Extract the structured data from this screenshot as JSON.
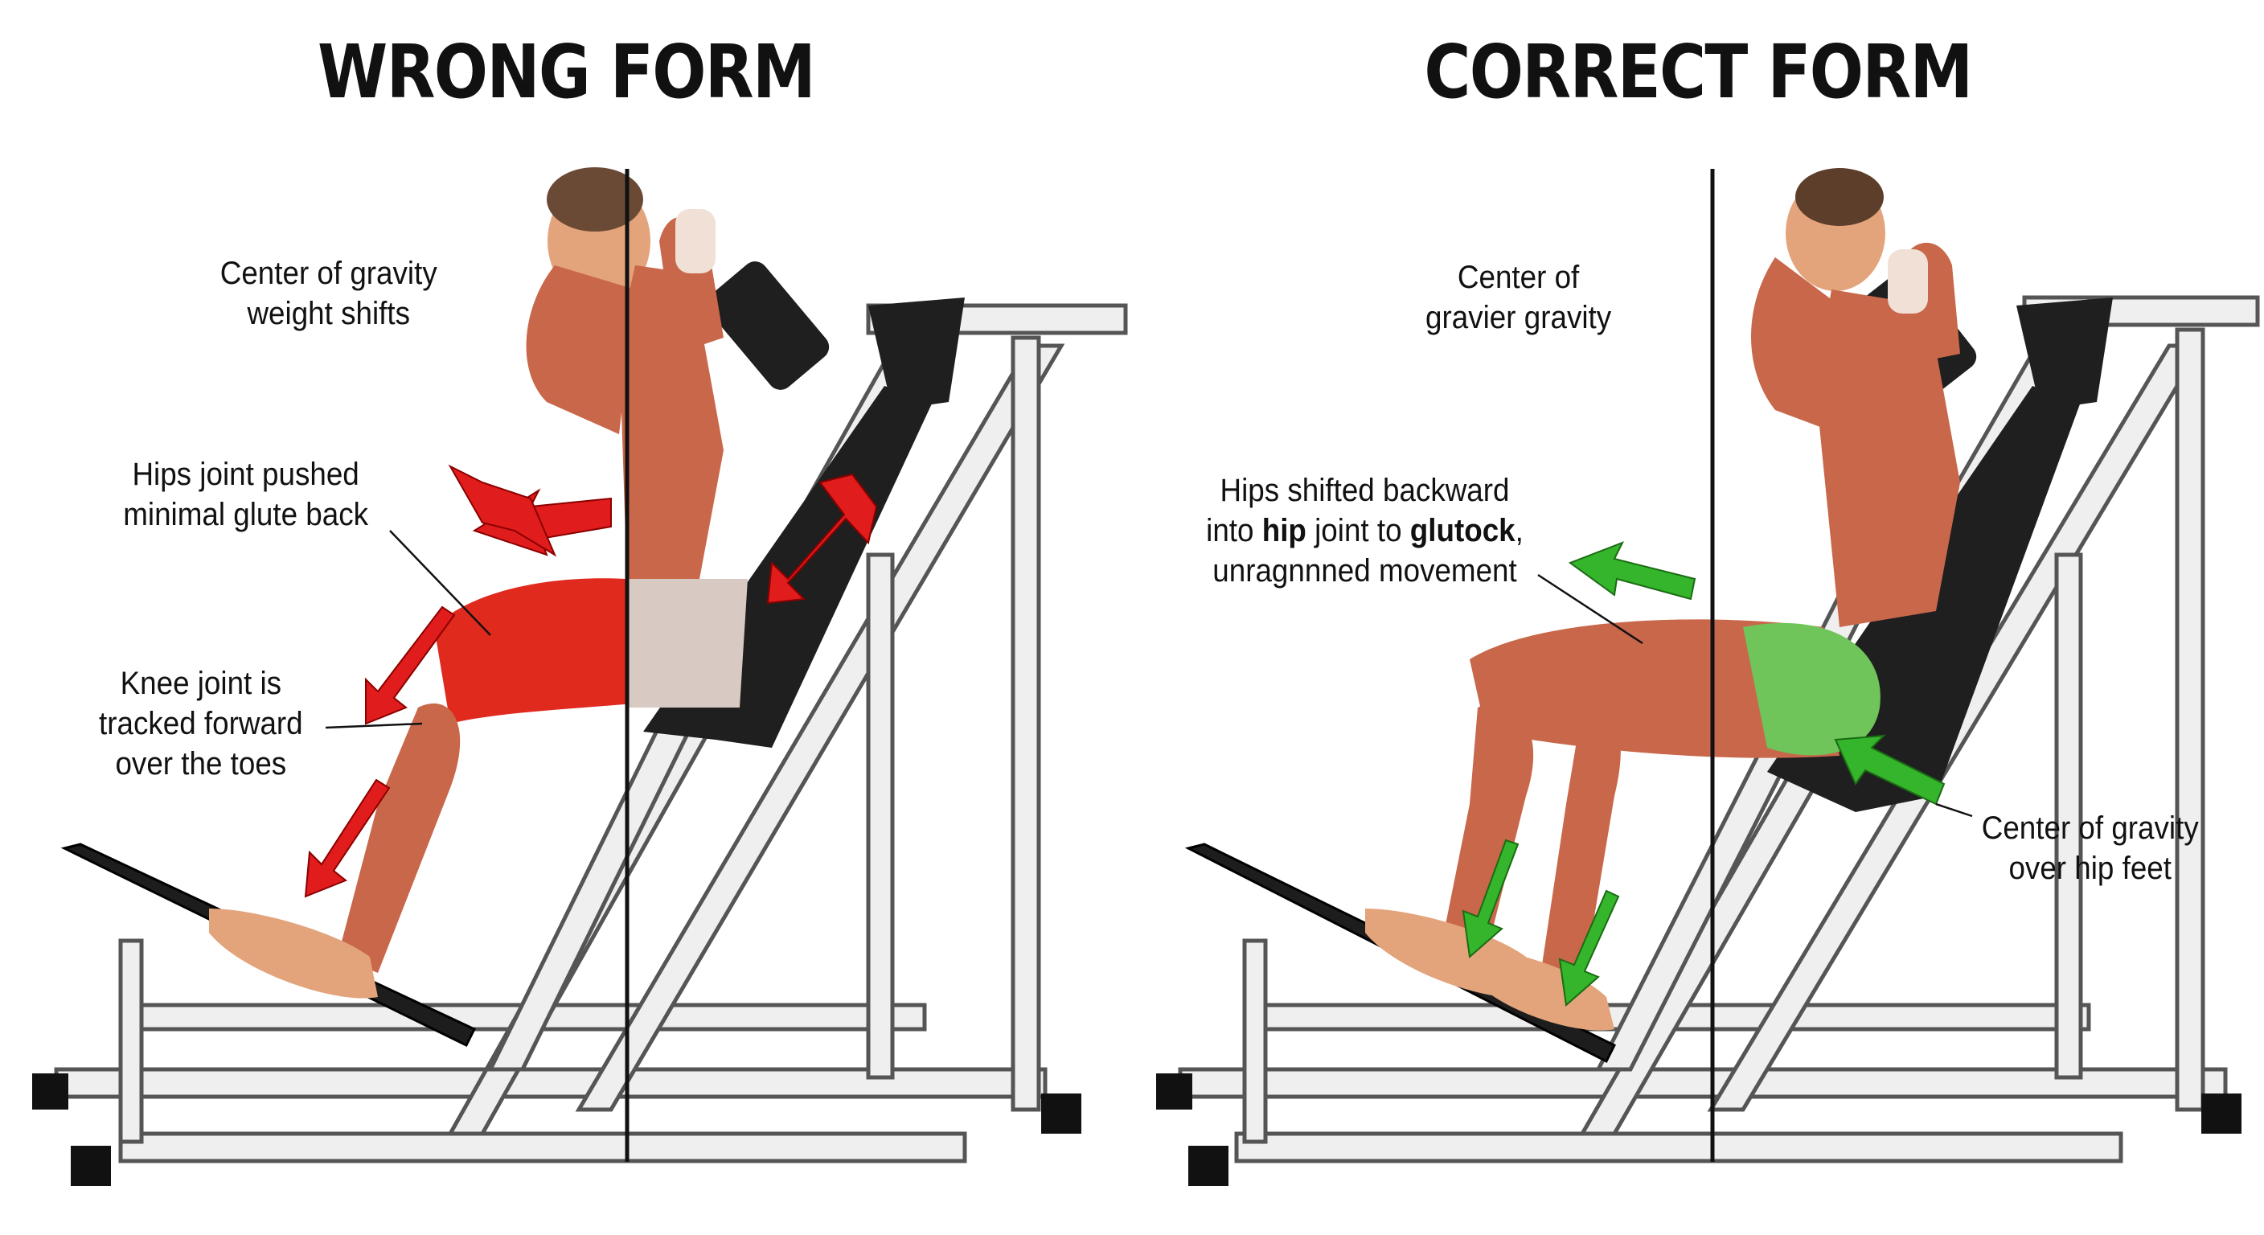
{
  "wrong": {
    "title": "WRONG FORM",
    "labels": {
      "center_gravity": [
        "Center of gravity",
        "weight shifts"
      ],
      "hips": [
        "Hips joint pushed",
        "minimal glute back"
      ],
      "knee": [
        "Knee joint is",
        "tracked forward",
        "over the toes"
      ]
    }
  },
  "correct": {
    "title": "CORRECT FORM",
    "labels": {
      "center_gravity": [
        "Center of",
        "gravier gravity"
      ],
      "hips_line1": "Hips shifted backward",
      "hips_line2_a": "into ",
      "hips_line2_b": "hip",
      "hips_line2_c": " joint to ",
      "hips_line2_d": "glutock",
      "hips_line2_e": ",",
      "hips_line3": "unragnnned movement",
      "feet": [
        "Center of gravity",
        "over hip feet"
      ]
    }
  },
  "colors": {
    "wrong_arrow": "#e01c1c",
    "correct_arrow": "#35b52b",
    "muscle": "#c8674a",
    "muscle_red": "#e02a1e",
    "muscle_green": "#6fc45a",
    "skin": "#e3a47c",
    "machine_frame": "#eeeeee",
    "pad": "#222222"
  }
}
